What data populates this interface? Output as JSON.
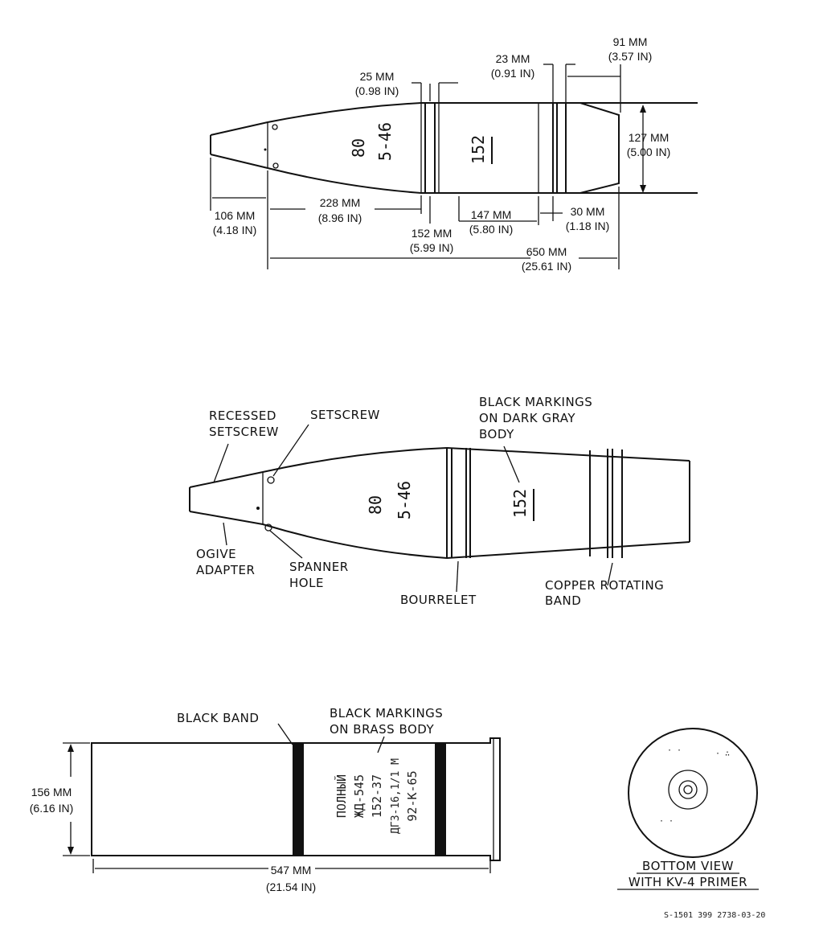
{
  "projectile_dims": {
    "d91": [
      "91 MM",
      "(3.57 IN)"
    ],
    "d23": [
      "23 MM",
      "(0.91 IN)"
    ],
    "d25": [
      "25 MM",
      "(0.98 IN)"
    ],
    "d127": [
      "127 MM",
      "(5.00 IN)"
    ],
    "d106": [
      "106 MM",
      "(4.18 IN)"
    ],
    "d228": [
      "228 MM",
      "(8.96 IN)"
    ],
    "d152": [
      "152 MM",
      "(5.99 IN)"
    ],
    "d147": [
      "147 MM",
      "(5.80 IN)"
    ],
    "d30": [
      "30 MM",
      "(1.18 IN)"
    ],
    "d650": [
      "650 MM",
      "(25.61 IN)"
    ],
    "markings": [
      "80",
      "5-46",
      "152"
    ]
  },
  "projectile_labels": {
    "recessed_setscrew": [
      "RECESSED",
      "SETSCREW"
    ],
    "setscrew": "SETSCREW",
    "black_markings": [
      "BLACK MARKINGS",
      "ON DARK GRAY",
      "BODY"
    ],
    "ogive_adapter": [
      "OGIVE",
      "ADAPTER"
    ],
    "spanner_hole": [
      "SPANNER",
      "HOLE"
    ],
    "bourrelet": "BOURRELET",
    "copper_band": [
      "COPPER ROTATING",
      "BAND"
    ],
    "markings": [
      "80",
      "5-46",
      "152"
    ]
  },
  "case": {
    "black_band": "BLACK BAND",
    "brass_markings": [
      "BLACK MARKINGS",
      "ON BRASS BODY"
    ],
    "d156": [
      "156 MM",
      "(6.16 IN)"
    ],
    "d547": [
      "547 MM",
      "(21.54 IN)"
    ],
    "stamp": [
      "ПОЛНЫЙ",
      "ЖД-545",
      "152-37",
      "ДГЗ-16,1/1 М",
      "92-К-65"
    ]
  },
  "bottom_view": [
    "BOTTOM VIEW",
    "WITH KV-4 PRIMER"
  ],
  "footer_code": "S-1501 399   2738-03-20"
}
